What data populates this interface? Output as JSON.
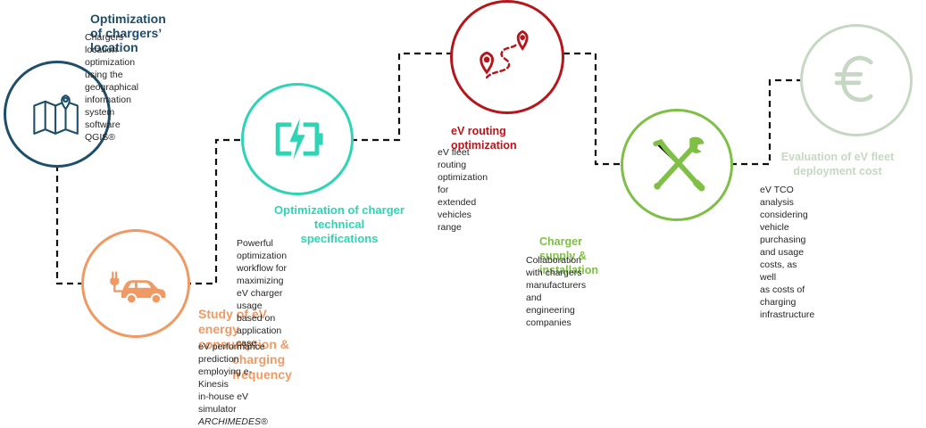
{
  "colors": {
    "navy": "#1f4e6b",
    "orange": "#ef9a64",
    "teal": "#2fd3b5",
    "red": "#b5151b",
    "green": "#7fbf46",
    "sage": "#c6d8c3",
    "line": "#111111",
    "text": "#262626"
  },
  "steps": [
    {
      "title": "Optimization of chargers’ location",
      "desc_lines": [
        "Chargers’ location optimization using the geographical",
        "information system software QGIS®"
      ],
      "icon": "map-pin-icon"
    },
    {
      "title_lines": [
        "Study of eV energy consumption &",
        "charging frequency"
      ],
      "desc_lines": [
        "eV performance prediction employing e-Kinesis"
      ],
      "desc_line2_prefix": "in-house eV simulator ",
      "desc_line2_italic": "ARCHIMEDES®",
      "icon": "electric-car-icon"
    },
    {
      "title_lines": [
        "Optimization of charger technical",
        "specifications"
      ],
      "desc_lines": [
        "Powerful optimization workflow for maximizing",
        "eV charger usage based on application case"
      ],
      "icon": "charging-battery-icon"
    },
    {
      "title": "eV routing optimization",
      "desc_lines": [
        "eV fleet routing optimization",
        "for extended vehicles range"
      ],
      "icon": "route-icon"
    },
    {
      "title": "Charger supply & installation",
      "desc_lines": [
        "Collaboration with chargers manufacturers and",
        "engineering companies"
      ],
      "icon": "tools-icon"
    },
    {
      "title_lines": [
        "Evaluation of eV fleet",
        "deployment cost"
      ],
      "desc_lines": [
        "eV TCO analysis considering vehicle",
        "purchasing and usage costs, as well",
        "as costs of charging infrastructure"
      ],
      "icon": "euro-icon"
    }
  ]
}
